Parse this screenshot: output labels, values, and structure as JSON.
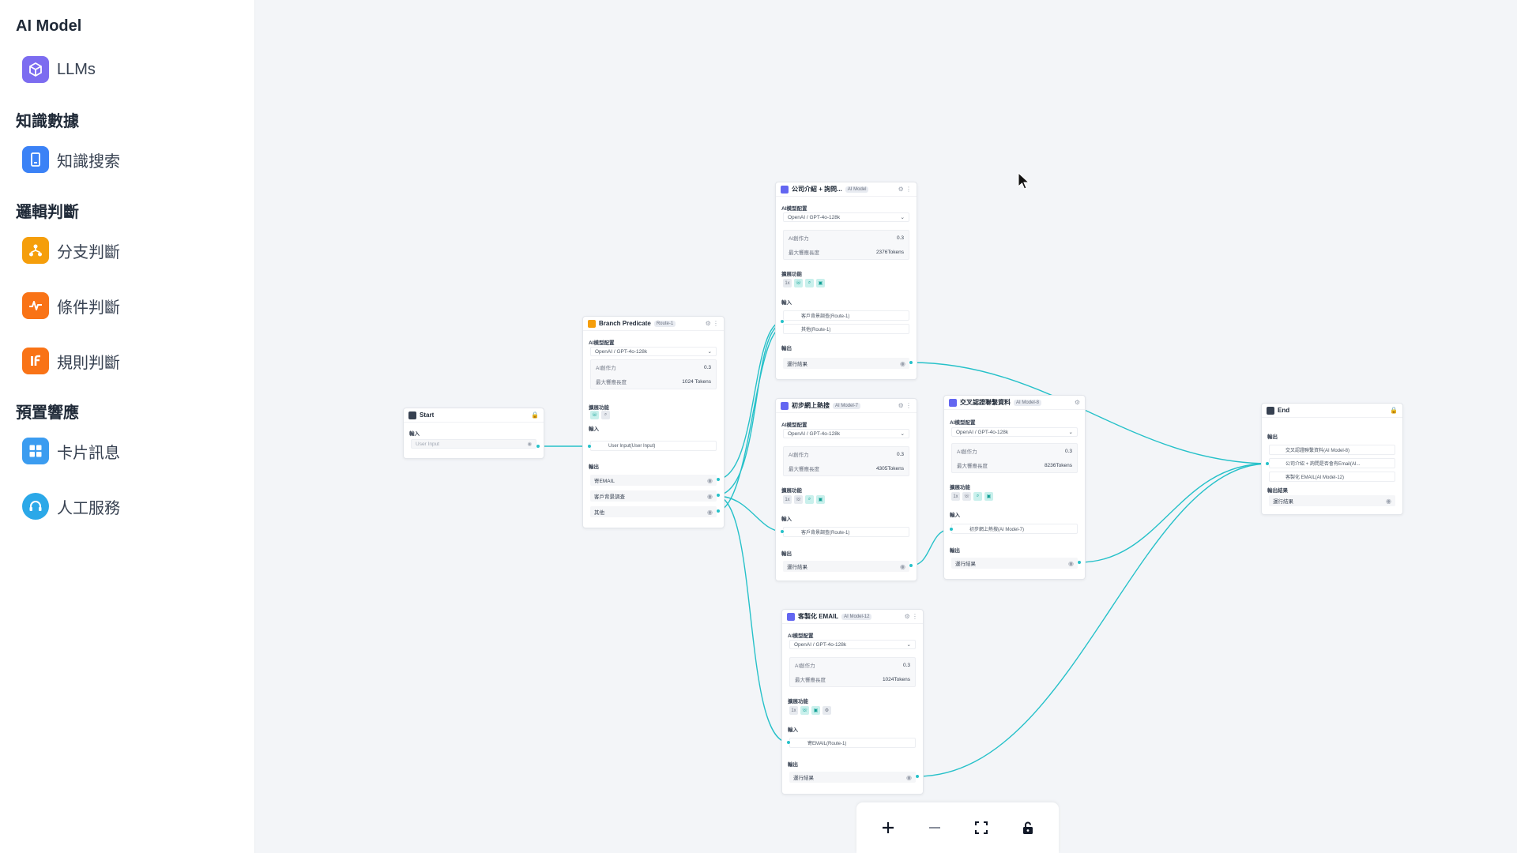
{
  "sidebar": {
    "sections": [
      {
        "title": "AI Model",
        "items": [
          {
            "label": "LLMs",
            "icon": "cube-icon",
            "color": "#7c6cf0"
          }
        ]
      },
      {
        "title": "知識數據",
        "items": [
          {
            "label": "知識搜索",
            "icon": "book-icon",
            "color": "#3b82f6"
          }
        ]
      },
      {
        "title": "邏輯判斷",
        "items": [
          {
            "label": "分支判斷",
            "icon": "branch-icon",
            "color": "#f59e0b"
          },
          {
            "label": "條件判斷",
            "icon": "pulse-icon",
            "color": "#f97316"
          },
          {
            "label": "規則判斷",
            "icon": "if-icon",
            "color": "#f97316"
          }
        ]
      },
      {
        "title": "預置響應",
        "items": [
          {
            "label": "卡片訊息",
            "icon": "cards-icon",
            "color": "#3b9cf0"
          },
          {
            "label": "人工服務",
            "icon": "headset-icon",
            "color": "#2ba8e8"
          }
        ]
      }
    ]
  },
  "nodes": {
    "start": {
      "title": "Start",
      "input_label": "輸入",
      "input_placeholder": "User Input"
    },
    "branch": {
      "title": "Branch Predicate",
      "tag": "Route-1",
      "config_label": "AI模型配置",
      "model": "OpenAI / GPT-4o-128k",
      "param1_label": "AI創作力",
      "param1_value": "0.3",
      "param2_label": "最大響應長度",
      "param2_value": "1024 Tokens",
      "ext_label": "擴展功能",
      "input_label": "輸入",
      "input_value": "User Input(User Input)",
      "output_label": "輸出",
      "outputs": [
        "寄EMAIL",
        "客戶背景調查",
        "其他"
      ]
    },
    "company": {
      "title": "公司介紹 + 詢問...",
      "tag": "AI Model",
      "config_label": "AI模型配置",
      "model": "OpenAI / GPT-4o-128k",
      "param1_label": "AI創作力",
      "param1_value": "0.3",
      "param2_label": "最大響應長度",
      "param2_value": "2376Tokens",
      "ext_label": "擴展功能",
      "input_label": "輸入",
      "inputs": [
        "客戶背景調查(Route-1)",
        "其他(Route-1)"
      ],
      "output_label": "輸出",
      "output_value": "運行結果"
    },
    "search": {
      "title": "初步網上熱搜",
      "tag": "AI Model-7",
      "config_label": "AI模型配置",
      "model": "OpenAI / GPT-4o-128k",
      "param1_label": "AI創作力",
      "param1_value": "0.3",
      "param2_label": "最大響應長度",
      "param2_value": "4305Tokens",
      "ext_label": "擴展功能",
      "input_label": "輸入",
      "inputs": [
        "客戶背景調查(Route-1)"
      ],
      "output_label": "輸出",
      "output_value": "運行結果"
    },
    "cross": {
      "title": "交叉認證聯繫資料",
      "tag": "AI Model-8",
      "config_label": "AI模型配置",
      "model": "OpenAI / GPT-4o-128k",
      "param1_label": "AI創作力",
      "param1_value": "0.3",
      "param2_label": "最大響應長度",
      "param2_value": "8236Tokens",
      "ext_label": "擴展功能",
      "input_label": "輸入",
      "inputs": [
        "初步網上熱搜(AI Model-7)"
      ],
      "output_label": "輸出",
      "output_value": "運行結果"
    },
    "email": {
      "title": "客製化 EMAIL",
      "tag": "AI Model-12",
      "config_label": "AI模型配置",
      "model": "OpenAI / GPT-4o-128k",
      "param1_label": "AI創作力",
      "param1_value": "0.3",
      "param2_label": "最大響應長度",
      "param2_value": "1024Tokens",
      "ext_label": "擴展功能",
      "input_label": "輸入",
      "inputs": [
        "寄EMAIL(Route-1)"
      ],
      "output_label": "輸出",
      "output_value": "運行結果"
    },
    "end": {
      "title": "End",
      "output_label": "輸出",
      "outputs": [
        "交叉認證聯繫資料(AI Model-8)",
        "公司介紹 + 詢問是否會有Email(AI...",
        "客製化 EMAIL(AI Model-12)"
      ],
      "result_label": "輸出結果",
      "result_value": "運行結果"
    }
  },
  "colors": {
    "edge": "#26c1c9",
    "accent": "#0f9f94",
    "node_icon": "#6366f1"
  }
}
